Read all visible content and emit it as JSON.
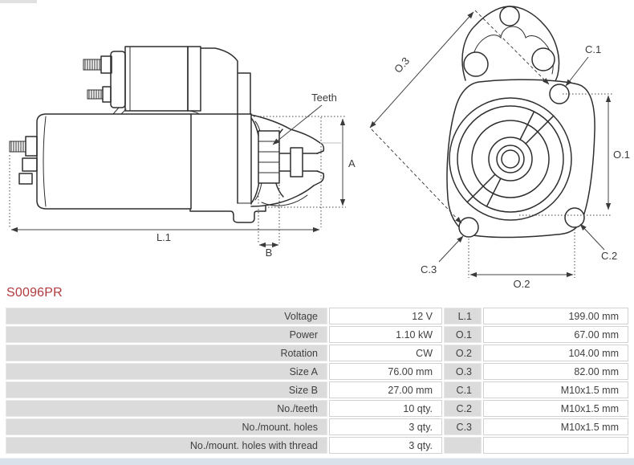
{
  "window": {
    "background": "#ffffff"
  },
  "colors": {
    "accent_red": "#b13a3e",
    "table_label_bg": "#dbdbdb",
    "table_value_bg": "#ffffff",
    "table_border": "#d2d2d2",
    "drawing_stroke": "#2e2e2e",
    "bottom_strip": "#d9e2ea"
  },
  "part_number": "S0096PR",
  "diagram": {
    "side_view": {
      "labels": {
        "teeth": "Teeth",
        "length": "L.1",
        "height": "A",
        "pinion_width": "B"
      }
    },
    "front_view": {
      "labels": {
        "o3": "O.3",
        "c1": "C.1",
        "o1": "O.1",
        "c2": "C.2",
        "c3": "C.3",
        "o2": "O.2"
      }
    }
  },
  "spec_table": {
    "rows": [
      {
        "label": "Voltage",
        "value": "12 V",
        "dim_label": "L.1",
        "dim_value": "199.00 mm"
      },
      {
        "label": "Power",
        "value": "1.10 kW",
        "dim_label": "O.1",
        "dim_value": "67.00 mm"
      },
      {
        "label": "Rotation",
        "value": "CW",
        "dim_label": "O.2",
        "dim_value": "104.00 mm"
      },
      {
        "label": "Size A",
        "value": "76.00 mm",
        "dim_label": "O.3",
        "dim_value": "82.00 mm"
      },
      {
        "label": "Size B",
        "value": "27.00 mm",
        "dim_label": "C.1",
        "dim_value": "M10x1.5 mm"
      },
      {
        "label": "No./teeth",
        "value": "10 qty.",
        "dim_label": "C.2",
        "dim_value": "M10x1.5 mm"
      },
      {
        "label": "No./mount. holes",
        "value": "3 qty.",
        "dim_label": "C.3",
        "dim_value": "M10x1.5 mm"
      },
      {
        "label": "No./mount. holes with thread",
        "value": "3 qty.",
        "dim_label": "",
        "dim_value": ""
      }
    ]
  }
}
